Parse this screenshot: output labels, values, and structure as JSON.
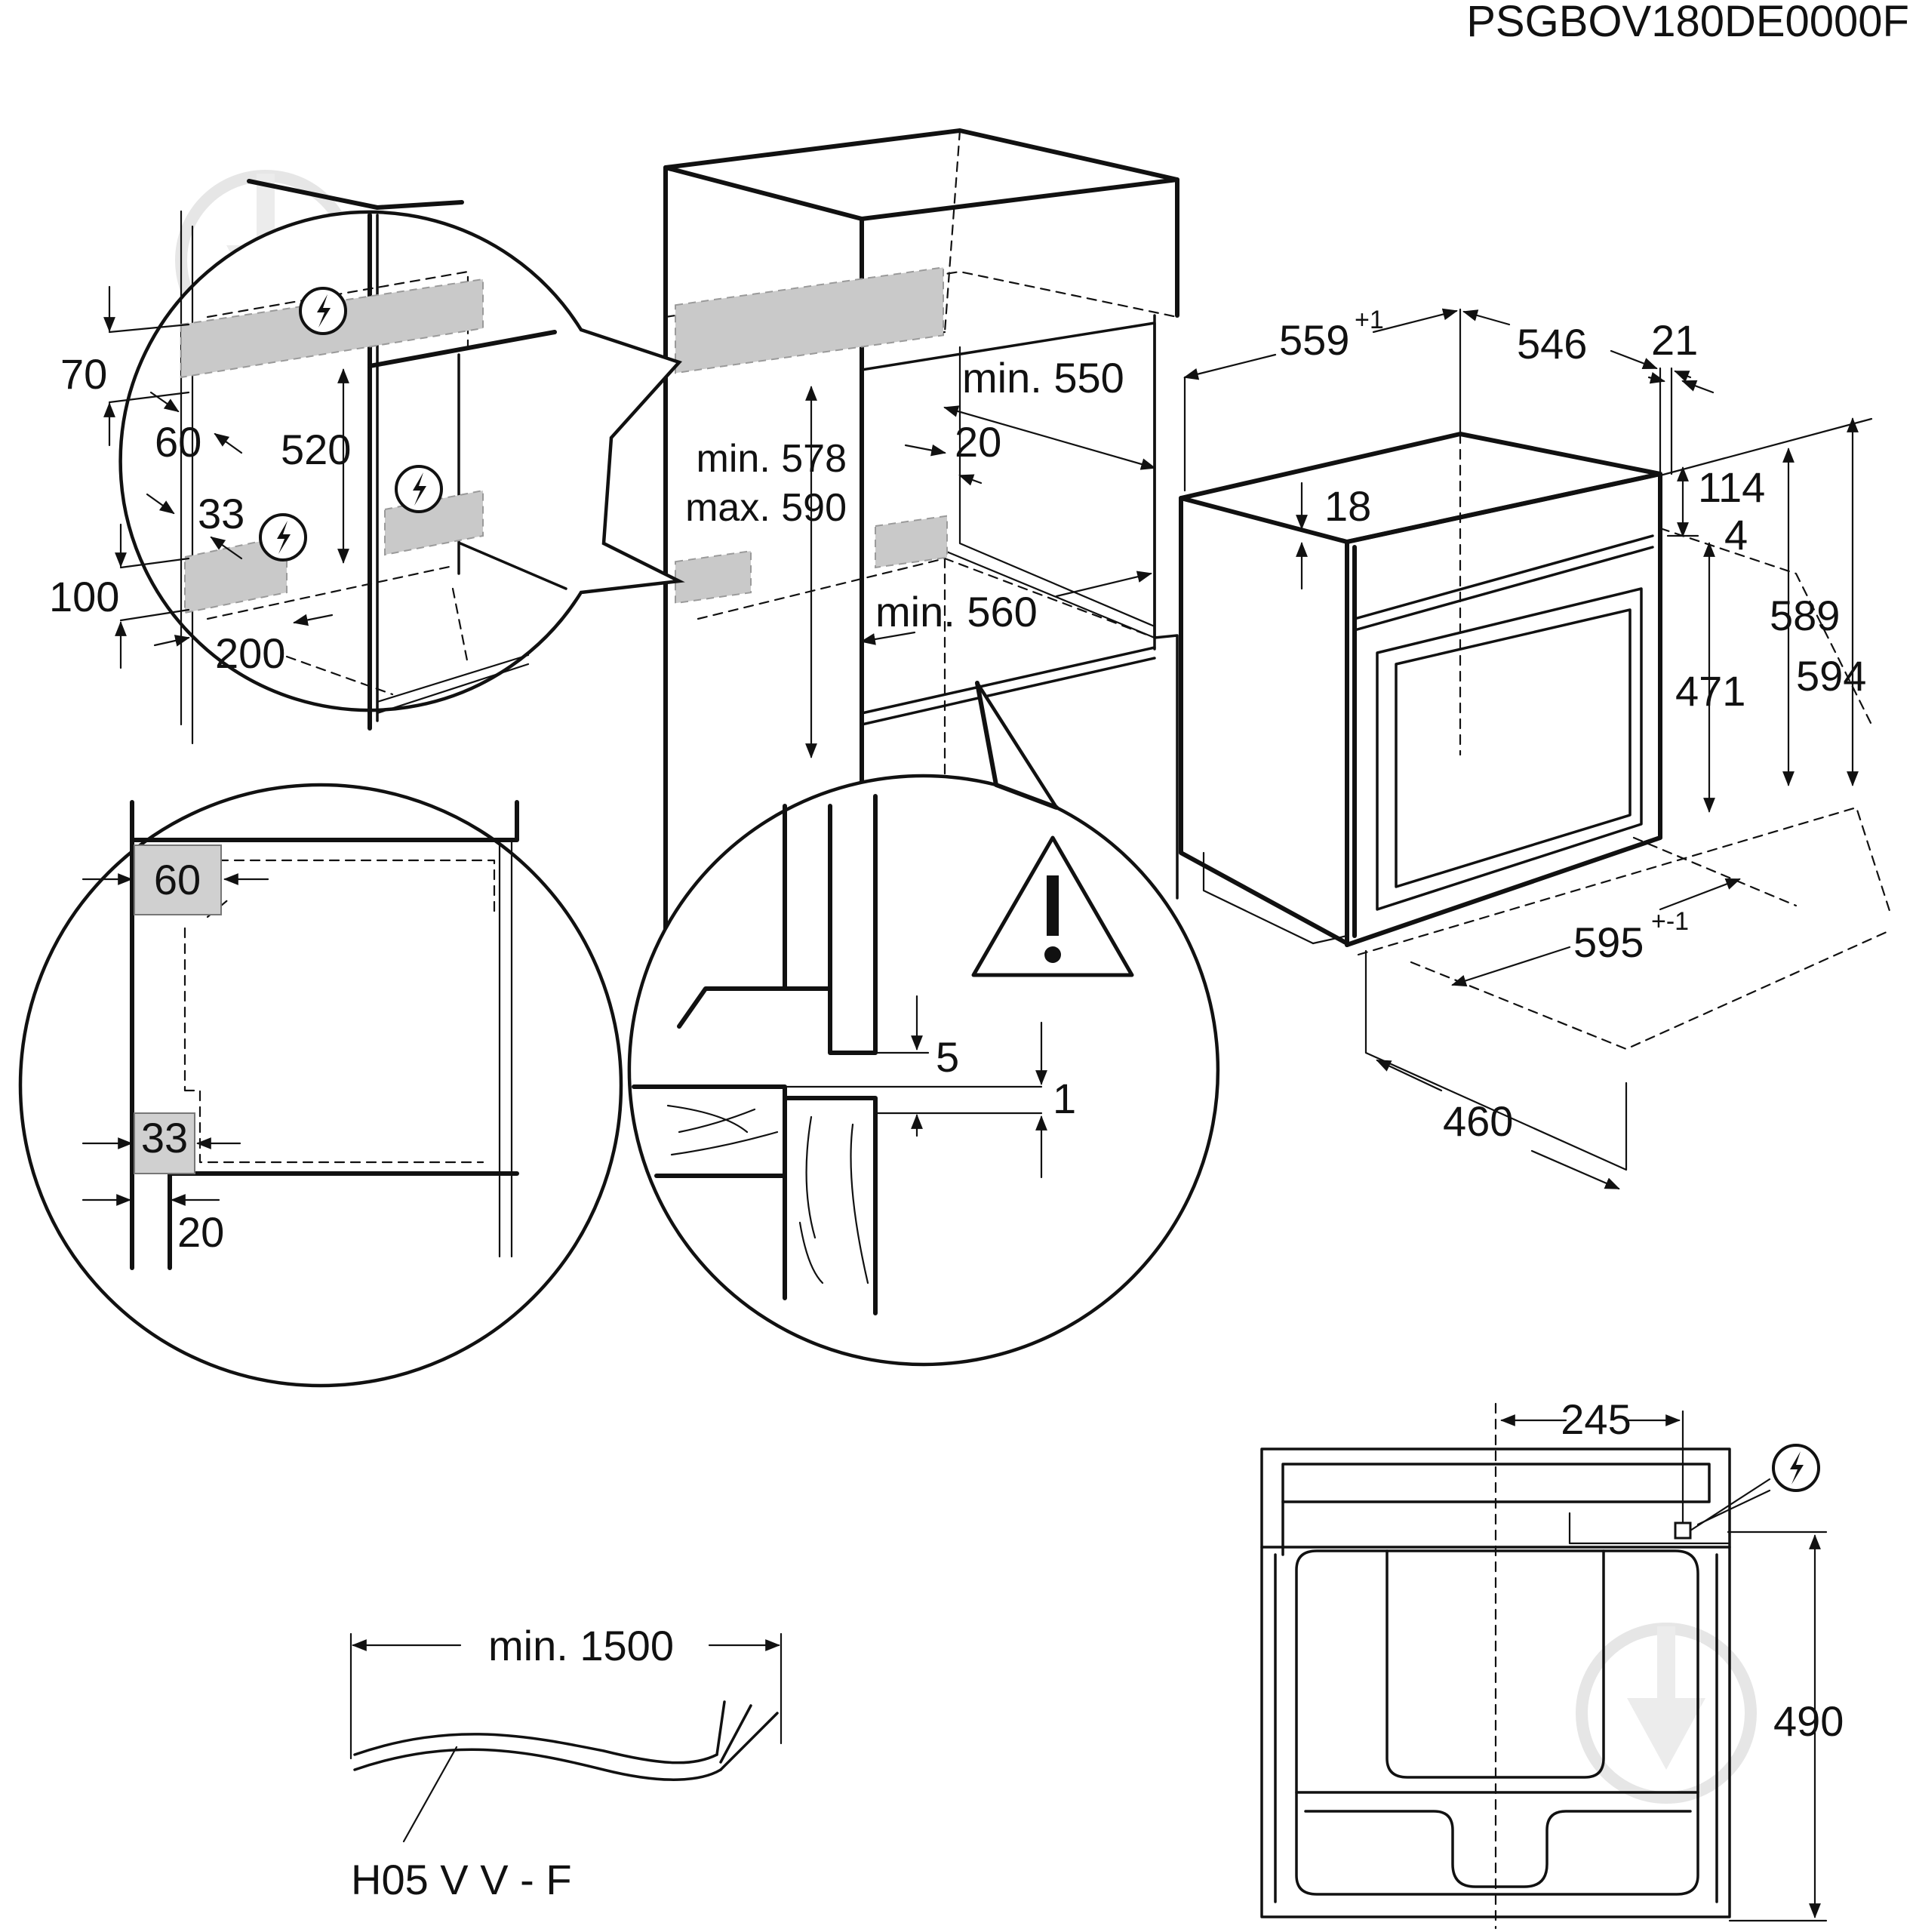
{
  "doc_code": "PSGBOV180DE0000F",
  "icons": {
    "electrical": "lightning-in-circle-icon",
    "warning": "warning-triangle-icon",
    "watermark": "watermark-logo-icon"
  },
  "cabinet": {
    "min_width": "min. 560",
    "min_depth": "min. 550",
    "min_height": "min. 578",
    "max_height": "max. 590",
    "gap": "20"
  },
  "detail_top": {
    "d70": "70",
    "d60": "60",
    "d520": "520",
    "d33": "33",
    "d100": "100",
    "d200": "200"
  },
  "detail_side": {
    "d60": "60",
    "d33": "33",
    "d20": "20"
  },
  "detail_edge": {
    "d5": "5",
    "d1": "1"
  },
  "oven": {
    "d559": "559",
    "d559_tol": "+1",
    "d546": "546",
    "d21": "21",
    "d18": "18",
    "d114": "114",
    "d4": "4",
    "d589": "589",
    "d594": "594",
    "d471": "471",
    "d595": "595",
    "d595_tol": "+-1",
    "d460": "460"
  },
  "cable": {
    "min_length": "min. 1500",
    "type": "H05 V V - F"
  },
  "back_view": {
    "d245": "245",
    "d490": "490"
  }
}
